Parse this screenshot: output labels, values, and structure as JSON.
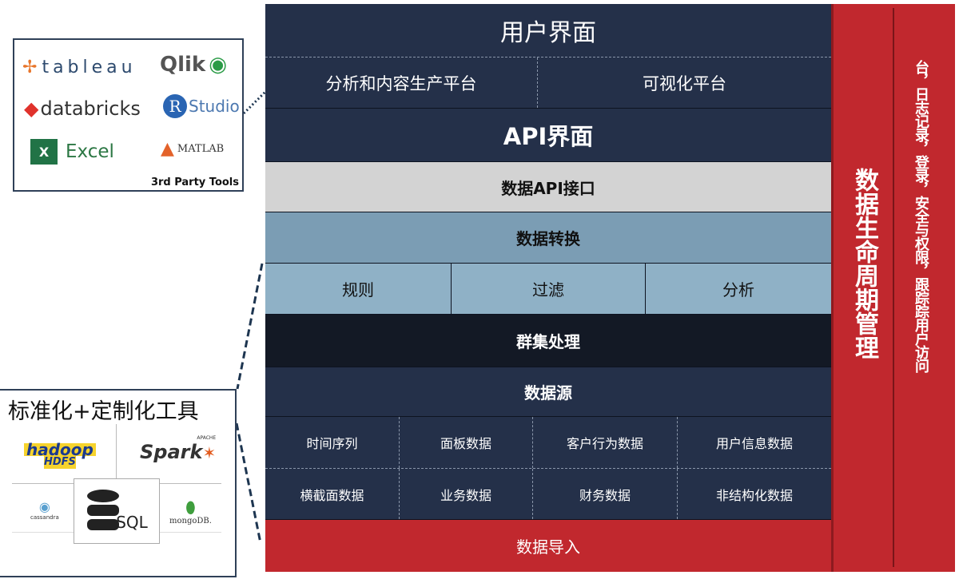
{
  "stack": {
    "user_interface": "用户界面",
    "ui_split": [
      "分析和内容生产平台",
      "可视化平台"
    ],
    "api_interface": "API界面",
    "data_api": "数据API接口",
    "data_transform": "数据转换",
    "transform_split": [
      "规则",
      "过滤",
      "分析"
    ],
    "cluster": "群集处理",
    "data_source": "数据源",
    "sources_row1": [
      "时间序列",
      "面板数据",
      "客户行为数据",
      "用户信息数据"
    ],
    "sources_row2": [
      "横截面数据",
      "业务数据",
      "财务数据",
      "非结构化数据"
    ],
    "data_import": "数据导入"
  },
  "lifecycle": {
    "title": "数据生命周期管理",
    "details": "台，日志记录，登录，安全与权限，跟踪踪用户访问"
  },
  "third_party": {
    "caption": "3rd Party Tools",
    "logos": [
      "tableau",
      "Qlik",
      "databricks",
      "Studio",
      "Excel",
      "MATLAB"
    ]
  },
  "standard_tools": {
    "title": "标准化+定制化工具",
    "logos": [
      "hadoop",
      "HDFS",
      "Spark",
      "APACHE",
      "cassandra",
      "SQL",
      "mongoDB."
    ]
  },
  "colors": {
    "navy": "#243049",
    "red": "#c1282e",
    "gray": "#d3d3d3",
    "steel": "#7b9db4",
    "steel_light": "#8fb1c6",
    "dark": "#131925"
  }
}
